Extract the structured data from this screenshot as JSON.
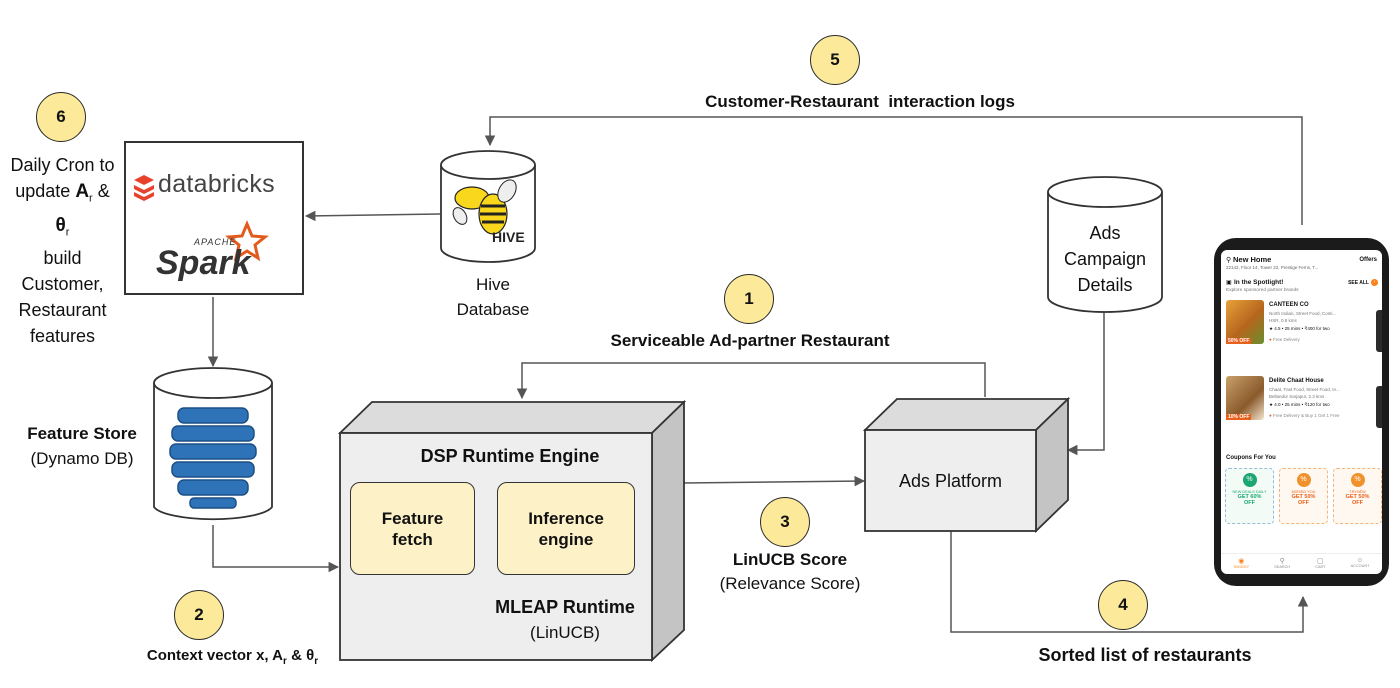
{
  "steps": {
    "s1": "1",
    "s2": "2",
    "s3": "3",
    "s4": "4",
    "s5": "5",
    "s6": "6"
  },
  "labels": {
    "interaction_logs": "Customer-Restaurant  interaction logs",
    "serviceable": "Serviceable Ad-partner Restaurant",
    "linucb_score": "LinUCB Score",
    "relevance_score": "(Relevance Score)",
    "sorted_list": "Sorted list of restaurants",
    "context_prefix": "Context vector x, A",
    "context_sub_r1": "r",
    "context_mid": " & θ",
    "context_sub_r2": "r",
    "cron_line1": "Daily Cron to",
    "cron_line2_prefix": "update ",
    "cron_A": "A",
    "cron_sub_r1": "r",
    "cron_amp": " &",
    "cron_theta": "θ",
    "cron_sub_r2": "r",
    "cron_line4": "build",
    "cron_line5": "Customer,",
    "cron_line6": "Restaurant",
    "cron_line7": "features"
  },
  "nodes": {
    "databricks": "databricks",
    "spark_apache": "APACHE",
    "spark": "Spark",
    "hive_logo": "HIVE",
    "hive_db_line1": "Hive",
    "hive_db_line2": "Database",
    "feature_store_title": "Feature Store",
    "feature_store_sub": "(Dynamo DB)",
    "ads_campaign_line1": "Ads",
    "ads_campaign_line2": "Campaign",
    "ads_campaign_line3": "Details",
    "dsp_title": "DSP Runtime Engine",
    "feature_fetch_line1": "Feature",
    "feature_fetch_line2": "fetch",
    "inference_line1": "Inference",
    "inference_line2": "engine",
    "mleap_title": "MLEAP Runtime",
    "mleap_sub": "(LinUCB)",
    "ads_platform": "Ads Platform"
  },
  "phone": {
    "location_title": "New Home",
    "address": "22142, Floor 14, Tower 22, Prestige Ferns, T...",
    "offers": "Offers",
    "spotlight_title": "In the Spotlight!",
    "spotlight_sub": "Explore sponsored partner brands",
    "see_all": "SEE ALL",
    "r1_name": "CANTEEN CO",
    "r1_cuisine": "North Indian, Street Food, Conti...",
    "r1_loc": "HSR, 0.8 kms",
    "r1_meta": "4.5 • 25 mins • ₹400 for two",
    "r1_delivery": "Free Delivery",
    "r1_badge": "50% OFF",
    "r2_name": "Delite Chaat House",
    "r2_cuisine": "Chaat, Fast Food, Street Food, In...",
    "r2_loc": "Bellandur Sarjapur, 2.3 kms",
    "r2_meta": "4.0 • 25 mins • ₹120 for two",
    "r2_delivery": "Free Delivery & Buy 1 Get 1 Free",
    "r2_badge": "10% OFF",
    "coupons_title": "Coupons For You",
    "c1_tag": "NEW DEALS DAILY",
    "c1_line1": "GET 60%",
    "c1_line2": "OFF",
    "c2_tag": "MISSED YOU",
    "c2_line1": "GET 50%",
    "c2_line2": "OFF",
    "c3_tag": "TRYNEW",
    "c3_line1": "GET 50%",
    "c3_line2": "OFF",
    "nav1": "SWIGGY",
    "nav2": "SEARCH",
    "nav3": "CART",
    "nav4": "ACCOUNT"
  },
  "colors": {
    "step_fill": "#fde99a",
    "box_fill": "#eeeeee",
    "box_side": "#c4c4c4",
    "yellow_box": "#fdf1c7",
    "dynamo_blue": "#2e73b8",
    "databricks_red": "#e8412c",
    "spark_orange": "#e25a1c",
    "hive_yellow": "#f9d71c"
  }
}
